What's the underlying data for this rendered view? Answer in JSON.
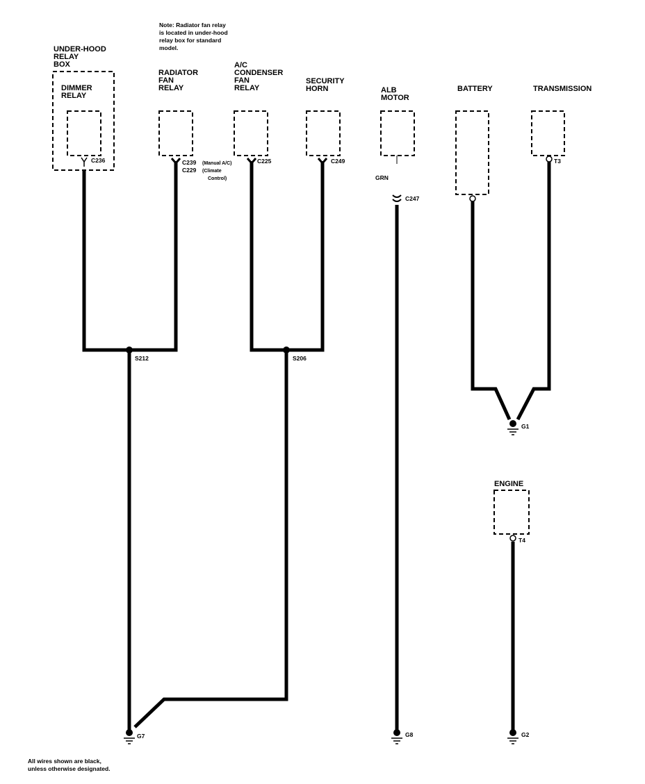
{
  "note": [
    "Note: Radiator fan relay",
    "is located in under-hood",
    "relay box for standard",
    "model."
  ],
  "footer": [
    "All wires shown are black,",
    "unless otherwise designated."
  ],
  "components": {
    "under_hood_relay_box": [
      "UNDER-HOOD",
      "RELAY",
      "BOX"
    ],
    "dimmer_relay": [
      "DIMMER",
      "RELAY"
    ],
    "radiator_fan_relay": [
      "RADIATOR",
      "FAN",
      "RELAY"
    ],
    "ac_condenser_fan_relay": [
      "A/C",
      "CONDENSER",
      "FAN",
      "RELAY"
    ],
    "security_horn": [
      "SECURITY",
      "HORN"
    ],
    "alb_motor": [
      "ALB",
      "MOTOR"
    ],
    "battery": [
      "BATTERY"
    ],
    "transmission": [
      "TRANSMISSION"
    ],
    "engine": [
      "ENGINE"
    ]
  },
  "connectors": {
    "c236": "C236",
    "c239": "C239",
    "c239_note": "(Manual A/C)",
    "c229": "C229",
    "c229_note_1": "(Climate",
    "c229_note_2": "Control)",
    "c225": "C225",
    "c249": "C249",
    "c247": "C247",
    "t3": "T3",
    "t4": "T4"
  },
  "wire_colors": {
    "alb_motor": "GRN",
    "default": "black"
  },
  "splices": {
    "s212": "S212",
    "s206": "S206"
  },
  "grounds": {
    "g7": "G7",
    "g8": "G8",
    "g1": "G1",
    "g2": "G2"
  }
}
